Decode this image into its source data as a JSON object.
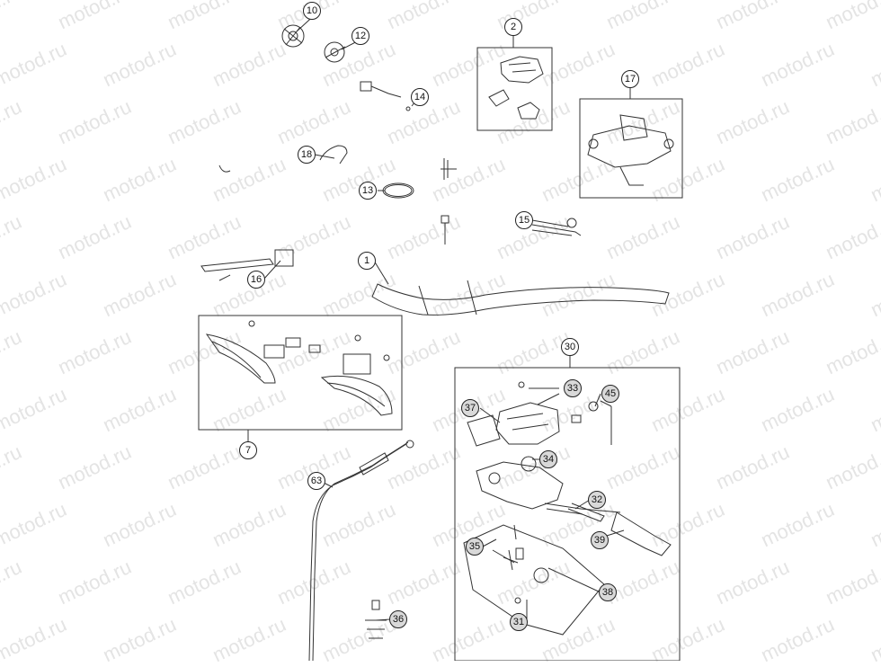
{
  "watermark": "motod.ru",
  "callouts": [
    {
      "id": "10"
    },
    {
      "id": "12"
    },
    {
      "id": "2"
    },
    {
      "id": "14"
    },
    {
      "id": "17"
    },
    {
      "id": "18"
    },
    {
      "id": "13"
    },
    {
      "id": "15"
    },
    {
      "id": "1"
    },
    {
      "id": "16"
    },
    {
      "id": "30"
    },
    {
      "id": "33"
    },
    {
      "id": "45"
    },
    {
      "id": "37"
    },
    {
      "id": "34"
    },
    {
      "id": "7"
    },
    {
      "id": "63"
    },
    {
      "id": "32"
    },
    {
      "id": "39"
    },
    {
      "id": "35"
    },
    {
      "id": "38"
    },
    {
      "id": "31"
    },
    {
      "id": "36"
    }
  ],
  "highlight_color": "#d9d9d9",
  "line_color": "#222222"
}
